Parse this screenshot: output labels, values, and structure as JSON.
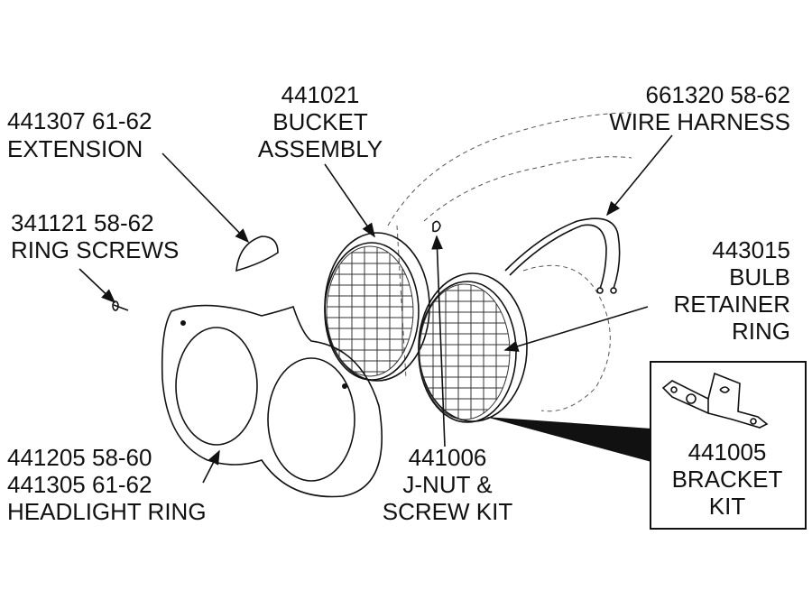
{
  "labels": {
    "extension": {
      "part": "441307  61-62",
      "name": "EXTENSION"
    },
    "ring_screws": {
      "part": "341121  58-62",
      "name": "RING SCREWS"
    },
    "bucket": {
      "part": "441021",
      "line1": "BUCKET",
      "line2": "ASSEMBLY"
    },
    "wire_harness": {
      "part": "661320  58-62",
      "name": "WIRE HARNESS"
    },
    "bulb_retainer": {
      "part": "443015",
      "line1": "BULB",
      "line2": "RETAINER",
      "line3": "RING"
    },
    "headlight_ring": {
      "part1": "441205  58-60",
      "part2": "441305  61-62",
      "name": "HEADLIGHT RING"
    },
    "jnut": {
      "part": "441006",
      "line1": "J-NUT &",
      "line2": "SCREW KIT"
    },
    "bracket": {
      "part": "441005",
      "line1": "BRACKET",
      "line2": "KIT"
    }
  }
}
